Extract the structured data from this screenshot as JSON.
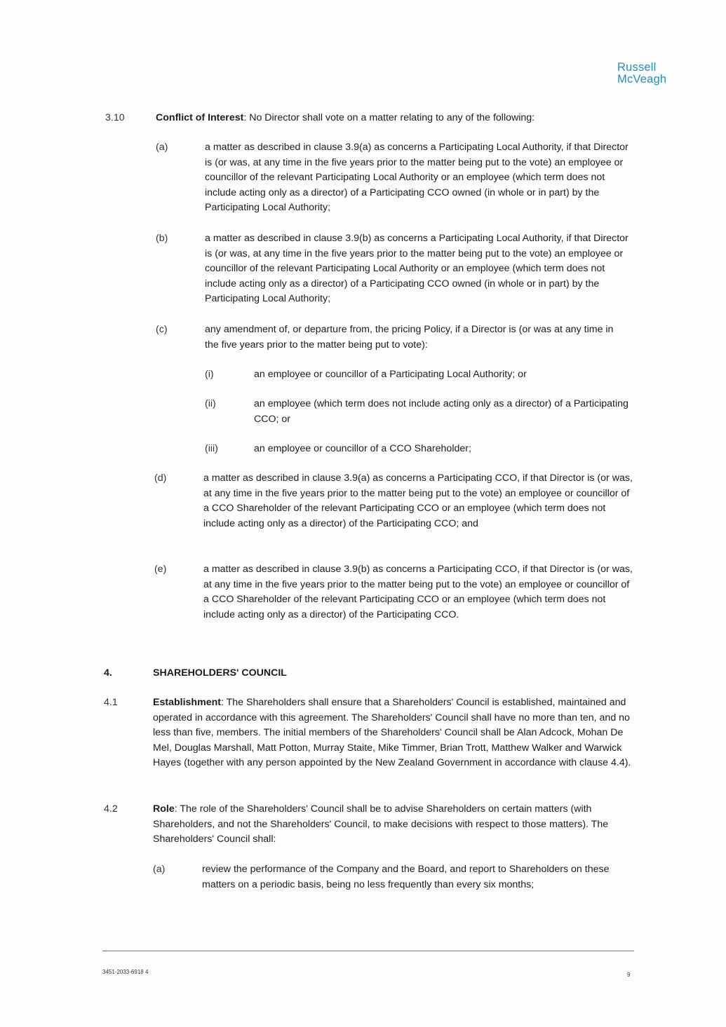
{
  "header": {
    "logo_line1": "Russell",
    "logo_line2": "McVeagh"
  },
  "clause_3_10": {
    "number": "3.10",
    "title": "Conflict of Interest",
    "intro": ":  No Director shall vote on a matter relating to any of the following:",
    "items": [
      {
        "label": "(a)",
        "text": "a matter as described in clause 3.9(a) as concerns a Participating Local Authority, if that Director is (or was, at any time in the five years prior to the matter being put to the vote) an employee or councillor of the relevant Participating Local Authority or an employee (which term does not include acting only as a director) of a Participating CCO owned (in whole or in part) by the Participating Local Authority;"
      },
      {
        "label": "(b)",
        "text": "a matter as described in clause 3.9(b) as concerns a Participating Local Authority, if that Director is (or was, at any time in the five years prior to the matter being put to the vote) an employee or councillor of the relevant Participating Local Authority or an employee (which term does not include acting only as a director) of a Participating CCO owned (in whole or in part) by the Participating Local Authority;"
      },
      {
        "label": "(c)",
        "text": "any amendment of, or departure from, the pricing Policy, if a Director is (or was at any time in the five years prior to the matter being put to vote):"
      },
      {
        "label": "(d)",
        "text": "a matter as described in clause 3.9(a) as concerns a Participating CCO, if that Director is (or was, at any time in the five years prior to the matter being put to the vote) an employee or councillor of a CCO Shareholder of the relevant Participating CCO or an employee (which term does not include acting only as a director) of the Participating CCO; and"
      },
      {
        "label": "(e)",
        "text": "a matter as described in clause 3.9(b) as concerns a Participating CCO, if that Director is (or was, at any time in the five years prior to the matter being put to the vote) an employee or councillor of a CCO Shareholder of the relevant Participating CCO or an employee (which term does not include acting only as a director) of the Participating CCO."
      }
    ],
    "subitems": [
      {
        "label": "(i)",
        "text": "an employee or councillor of a Participating Local Authority; or"
      },
      {
        "label": "(ii)",
        "text": "an employee (which term does not include acting only as a director) of a Participating CCO; or"
      },
      {
        "label": "(iii)",
        "text": "an employee or councillor of a CCO Shareholder;"
      }
    ]
  },
  "section_4": {
    "number": "4.",
    "title": "SHAREHOLDERS' COUNCIL",
    "clause_4_1": {
      "number": "4.1",
      "title": "Establishment",
      "text": ":  The Shareholders shall ensure that a Shareholders' Council is established, maintained and operated in accordance with this agreement.  The Shareholders' Council shall have no more than ten, and no less than five, members.  The initial members of the Shareholders' Council shall be Alan Adcock, Mohan De Mel, Douglas Marshall, Matt Potton, Murray Staite, Mike Timmer, Brian Trott, Matthew Walker and Warwick Hayes (together with any person appointed by the New Zealand Government in accordance with clause 4.4)."
    },
    "clause_4_2": {
      "number": "4.2",
      "title": "Role",
      "text": ":  The role of the Shareholders' Council shall be to advise Shareholders on certain matters (with Shareholders, and not the Shareholders' Council, to make decisions with respect to those matters).  The Shareholders' Council shall:",
      "items": [
        {
          "label": "(a)",
          "text": "review the performance of the Company and the Board, and report to Shareholders on these matters on a periodic basis, being no less frequently than every six months;"
        }
      ]
    }
  },
  "footer": {
    "doc_ref": "3451-2033-6918 4",
    "page_number": "9"
  }
}
